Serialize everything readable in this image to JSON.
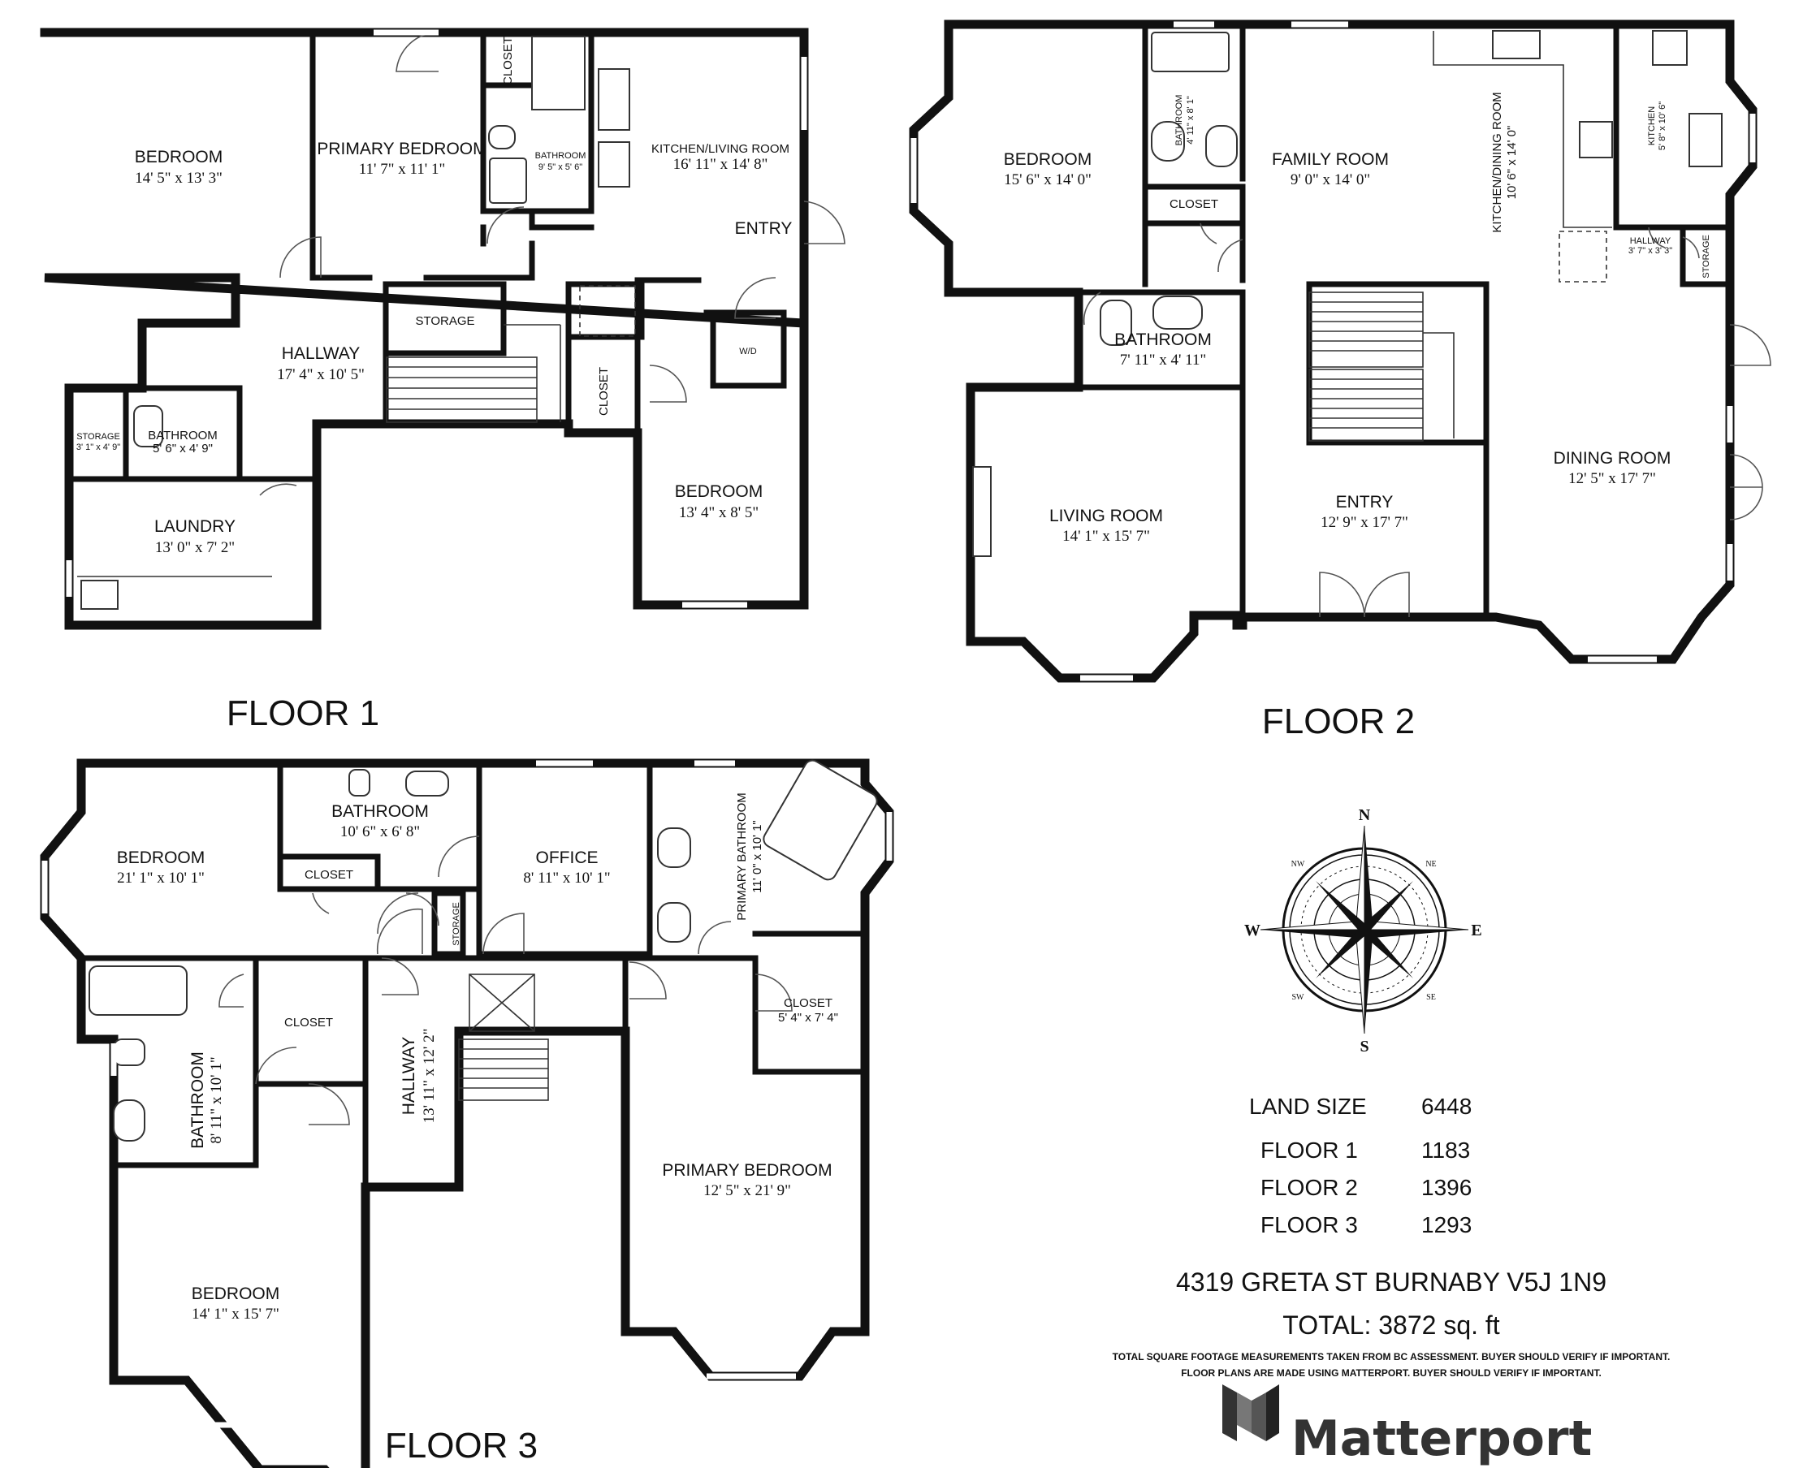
{
  "floors": [
    {
      "title": "FLOOR 1",
      "rooms": [
        {
          "name": "BEDROOM",
          "dims": "14' 5\" x 13' 3\""
        },
        {
          "name": "PRIMARY BEDROOM",
          "dims": "11' 7\" x 11' 1\""
        },
        {
          "name": "CLOSET"
        },
        {
          "name": "BATHROOM",
          "dims": "9' 5\" x 5' 6\""
        },
        {
          "name": "KITCHEN/LIVING ROOM",
          "dims": "16' 11\" x 14' 8\""
        },
        {
          "name": "ENTRY"
        },
        {
          "name": "HALLWAY",
          "dims": "17' 4\" x 10' 5\""
        },
        {
          "name": "STORAGE"
        },
        {
          "name": "CLOSET"
        },
        {
          "name": "W/D"
        },
        {
          "name": "STORAGE",
          "dims": "3' 1\" x 4' 9\""
        },
        {
          "name": "BATHROOM",
          "dims": "5' 6\" x 4' 9\""
        },
        {
          "name": "LAUNDRY",
          "dims": "13' 0\" x 7' 2\""
        },
        {
          "name": "BEDROOM",
          "dims": "13' 4\" x 8' 5\""
        }
      ]
    },
    {
      "title": "FLOOR 2",
      "rooms": [
        {
          "name": "BEDROOM",
          "dims": "15' 6\" x 14' 0\""
        },
        {
          "name": "BATHROOM",
          "dims": "4' 11\" x 8' 1\""
        },
        {
          "name": "CLOSET"
        },
        {
          "name": "FAMILY ROOM",
          "dims": "9' 0\" x 14' 0\""
        },
        {
          "name": "KITCHEN/DINING ROOM",
          "dims": "10' 6\" x 14' 0\""
        },
        {
          "name": "KITCHEN",
          "dims": "5' 8\" x 10' 6\""
        },
        {
          "name": "HALLWAY",
          "dims": "3' 7\" x 3' 3\""
        },
        {
          "name": "STORAGE"
        },
        {
          "name": "BATHROOM",
          "dims": "7' 11\" x 4' 11\""
        },
        {
          "name": "LIVING ROOM",
          "dims": "14' 1\" x 15' 7\""
        },
        {
          "name": "ENTRY",
          "dims": "12' 9\" x 17' 7\""
        },
        {
          "name": "DINING ROOM",
          "dims": "12' 5\" x 17' 7\""
        }
      ]
    },
    {
      "title": "FLOOR 3",
      "rooms": [
        {
          "name": "BEDROOM",
          "dims": "21' 1\" x 10' 1\""
        },
        {
          "name": "BATHROOM",
          "dims": "10' 6\" x 6' 8\""
        },
        {
          "name": "CLOSET"
        },
        {
          "name": "STORAGE"
        },
        {
          "name": "OFFICE",
          "dims": "8' 11\" x 10' 1\""
        },
        {
          "name": "PRIMARY BATHROOM",
          "dims": "11' 0\" x 10' 1\""
        },
        {
          "name": "CLOSET",
          "dims": "5' 4\" x 7' 4\""
        },
        {
          "name": "CLOSET"
        },
        {
          "name": "BATHROOM",
          "dims": "8' 11\" x 10' 1\""
        },
        {
          "name": "HALLWAY",
          "dims": "13' 11\" x 12' 2\""
        },
        {
          "name": "PRIMARY BEDROOM",
          "dims": "12' 5\" x 21' 9\""
        },
        {
          "name": "BEDROOM",
          "dims": "14' 1\" x 15' 7\""
        }
      ]
    }
  ],
  "compass": {
    "n": "N",
    "s": "S",
    "e": "E",
    "w": "W",
    "ne": "NE",
    "nw": "NW",
    "se": "SE",
    "sw": "SW"
  },
  "stats": [
    {
      "label": "LAND SIZE",
      "value": "6448"
    },
    {
      "label": "FLOOR 1",
      "value": "1183"
    },
    {
      "label": "FLOOR 2",
      "value": "1396"
    },
    {
      "label": "FLOOR 3",
      "value": "1293"
    }
  ],
  "address": "4319 GRETA ST BURNABY V5J 1N9",
  "total": "TOTAL: 3872 sq. ft",
  "disclaimer": [
    "TOTAL SQUARE FOOTAGE MEASUREMENTS TAKEN FROM BC ASSESSMENT. BUYER SHOULD VERIFY IF IMPORTANT.",
    "FLOOR PLANS ARE MADE USING MATTERPORT. BUYER SHOULD VERIFY IF IMPORTANT."
  ],
  "brand": {
    "name": "Matterport",
    "icon": "matterport-logo-icon",
    "color": "#333333"
  }
}
